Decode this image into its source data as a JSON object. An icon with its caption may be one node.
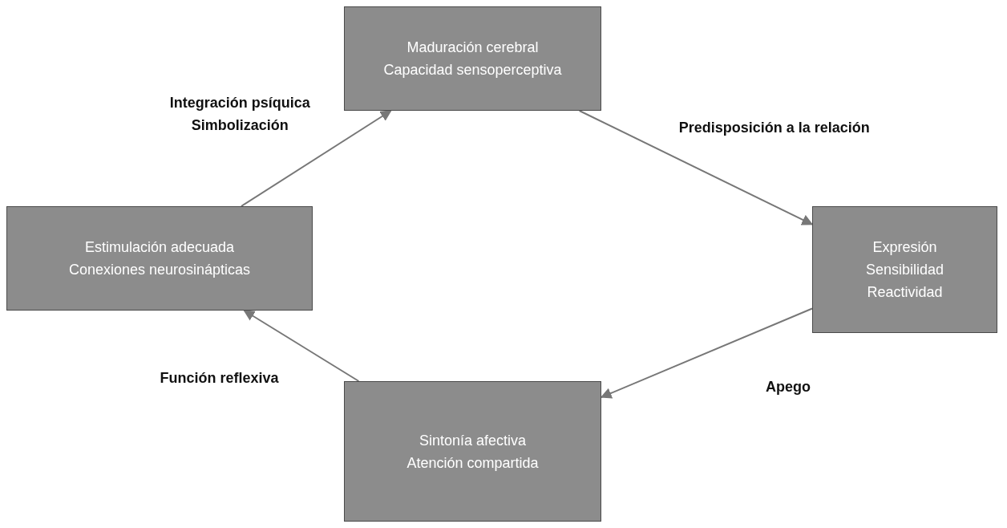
{
  "diagram": {
    "nodes": [
      {
        "text": [
          "Maduración cerebral",
          "Capacidad sensoperceptiva"
        ]
      },
      {
        "text": [
          "Expresión",
          "Sensibilidad",
          "Reactividad"
        ]
      },
      {
        "text": [
          "Sintonía afectiva",
          "Atención compartida"
        ]
      },
      {
        "text": [
          "Estimulación adecuada",
          "Conexiones neurosinápticas"
        ]
      }
    ],
    "edges": [
      {
        "from": 0,
        "to": 1,
        "arrow": "to",
        "label": "Predisposición a la relación"
      },
      {
        "from": 1,
        "to": 2,
        "arrow": "to",
        "label": "Apego"
      },
      {
        "from": 2,
        "to": 3,
        "arrow": "to",
        "label": "Función reflexiva"
      },
      {
        "from": 3,
        "to": 0,
        "arrow": "to",
        "label": "Integración psíquica Simbolización"
      }
    ]
  }
}
